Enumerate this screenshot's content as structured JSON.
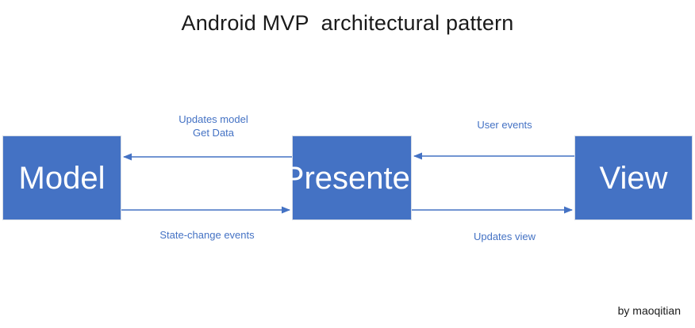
{
  "diagram": {
    "title": "Android MVP  architectural pattern",
    "credit": "by maoqitian",
    "colors": {
      "node_fill": "#4472C4",
      "node_border": "#D6DCE5",
      "node_text": "#FFFFFF",
      "connector": "#4472C4",
      "edge_label_text": "#4472C4",
      "title_text": "#1A1A1A",
      "background": "#FFFFFF"
    },
    "nodes": [
      {
        "id": "model",
        "label": "Model"
      },
      {
        "id": "presenter",
        "label": "Presenter"
      },
      {
        "id": "view",
        "label": "View"
      }
    ],
    "edges": [
      {
        "id": "presenter-to-model",
        "from": "presenter",
        "to": "model",
        "direction": "left",
        "label_line1": "Updates model",
        "label_line2": "Get Data"
      },
      {
        "id": "model-to-presenter",
        "from": "model",
        "to": "presenter",
        "direction": "right",
        "label_line1": "State-change events",
        "label_line2": ""
      },
      {
        "id": "view-to-presenter",
        "from": "view",
        "to": "presenter",
        "direction": "left",
        "label_line1": "User events",
        "label_line2": ""
      },
      {
        "id": "presenter-to-view",
        "from": "presenter",
        "to": "view",
        "direction": "right",
        "label_line1": "Updates view",
        "label_line2": ""
      }
    ]
  }
}
